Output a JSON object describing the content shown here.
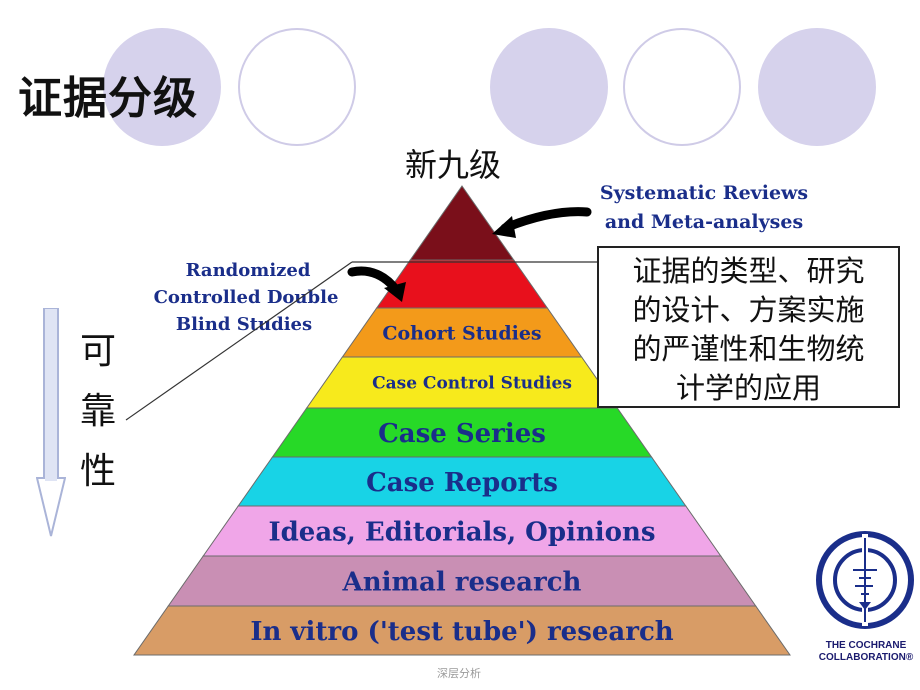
{
  "slide": {
    "title": "证据分级",
    "subtitle": "新九级",
    "reliability_chars": [
      "可",
      "靠",
      "性"
    ],
    "callout_lines": [
      "证据的类型、研究",
      "的设计、方案实施",
      "的严谨性和生物统",
      "计学的应用"
    ],
    "footer": "深层分析"
  },
  "pyramid": {
    "levels": [
      {
        "label": "",
        "color": "#7a0f1a"
      },
      {
        "label": "",
        "color": "#e8101c"
      },
      {
        "label": "Cohort Studies",
        "color": "#f39a1a"
      },
      {
        "label": "Case Control Studies",
        "color": "#f7ea1c"
      },
      {
        "label": "Case Series",
        "color": "#27d927"
      },
      {
        "label": "Case Reports",
        "color": "#18d3e6"
      },
      {
        "label": "Ideas, Editorials, Opinions",
        "color": "#f0a6e8"
      },
      {
        "label": "Animal research",
        "color": "#c98fb4"
      },
      {
        "label": "In vitro ('test tube') research",
        "color": "#d89c66"
      }
    ],
    "label_color": "#1a2e8a",
    "annotations": {
      "systematic_reviews": [
        "Systematic Reviews",
        "and Meta-analyses"
      ],
      "rct": [
        "Randomized",
        "Controlled Double",
        "Blind Studies"
      ]
    }
  },
  "logo": {
    "name_lines": [
      "THE COCHRANE",
      "COLLABORATION®"
    ]
  },
  "colors": {
    "deco_circle_fill": "#d4d0ec",
    "deco_circle_stroke": "#c9c5e6",
    "arrow": "#b9c3e6"
  }
}
